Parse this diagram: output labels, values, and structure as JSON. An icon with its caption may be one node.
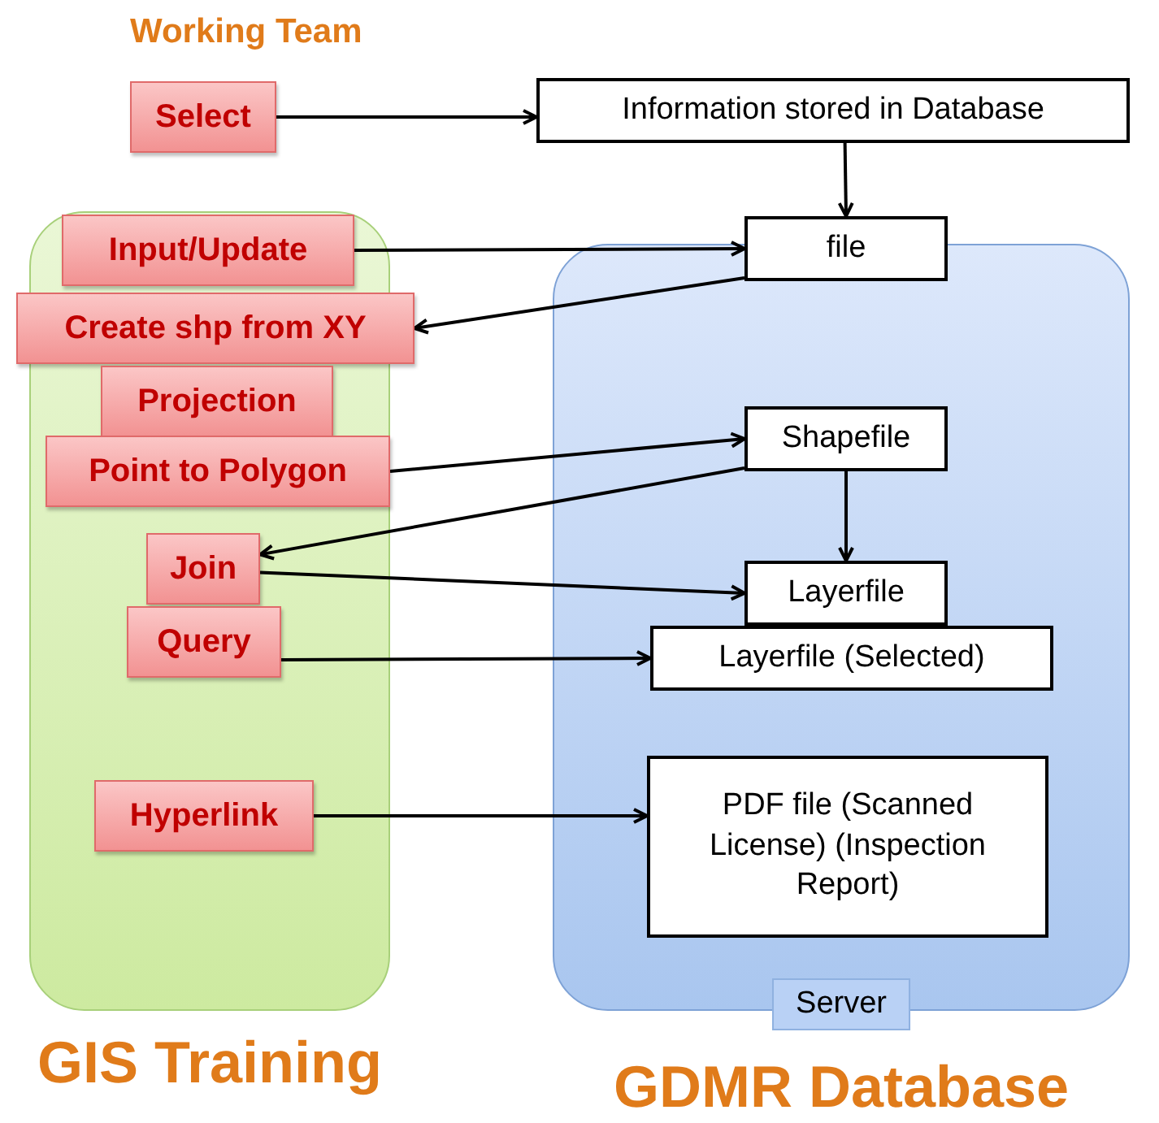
{
  "diagram": {
    "nodes": [
      {
        "text": [
          "GIS Training"
        ]
      },
      {
        "text": [
          "Select"
        ]
      },
      {
        "text": [
          "Information stored in Database"
        ]
      },
      {
        "text": [
          "Input/Update"
        ],
        "in": 0
      },
      {
        "text": [
          "Create shp from XY"
        ],
        "in": 0
      },
      {
        "text": [
          "Projection"
        ],
        "in": 0
      },
      {
        "text": [
          "Point to Polygon"
        ],
        "in": 0
      },
      {
        "text": [
          "Join"
        ],
        "in": 0
      },
      {
        "text": [
          "Query"
        ],
        "in": 0
      },
      {
        "text": [
          "Hyperlink"
        ],
        "in": 0
      },
      {
        "text": [
          "Server",
          "GDMR Database"
        ]
      },
      {
        "text": [
          "file"
        ],
        "in": 10
      },
      {
        "text": [
          "Shapefile"
        ],
        "in": 10
      },
      {
        "text": [
          "Layerfile"
        ],
        "in": 10
      },
      {
        "text": [
          "Layerfile (Selected)"
        ],
        "in": 10
      },
      {
        "text": [
          "PDF file (Scanned License) (Inspection Report)"
        ],
        "in": 10
      }
    ],
    "edges": [
      {
        "from": 1,
        "to": 2,
        "arrow": "to"
      },
      {
        "from": 2,
        "to": 11,
        "arrow": "to"
      },
      {
        "from": 3,
        "to": 11,
        "arrow": "to"
      },
      {
        "from": 11,
        "to": 4,
        "arrow": "to"
      },
      {
        "from": 6,
        "to": 12,
        "arrow": "to"
      },
      {
        "from": 12,
        "to": 7,
        "arrow": "to"
      },
      {
        "from": 12,
        "to": 13,
        "arrow": "to"
      },
      {
        "from": 7,
        "to": 13,
        "arrow": "to"
      },
      {
        "from": 8,
        "to": 14,
        "arrow": "to"
      },
      {
        "from": 9,
        "to": 15,
        "arrow": "to"
      }
    ],
    "labels": [
      "Working Team"
    ]
  }
}
